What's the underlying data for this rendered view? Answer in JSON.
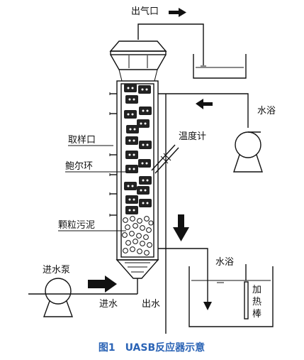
{
  "labels": {
    "gas_outlet": "出气口",
    "water_bath_top": "水浴",
    "thermometer": "温度计",
    "sampling_port": "取样口",
    "pall_rings": "鲍尔环",
    "granular_sludge": "颗粒污泥",
    "water_bath_bottom": "水浴",
    "inlet_pump": "进水泵",
    "inlet_water": "进水",
    "outlet_water": "出水",
    "heating_rod": "加\n热\n棒"
  },
  "caption": "图1　UASB反应器示意",
  "colors": {
    "caption": "#2a63b5",
    "stroke": "#111111"
  }
}
